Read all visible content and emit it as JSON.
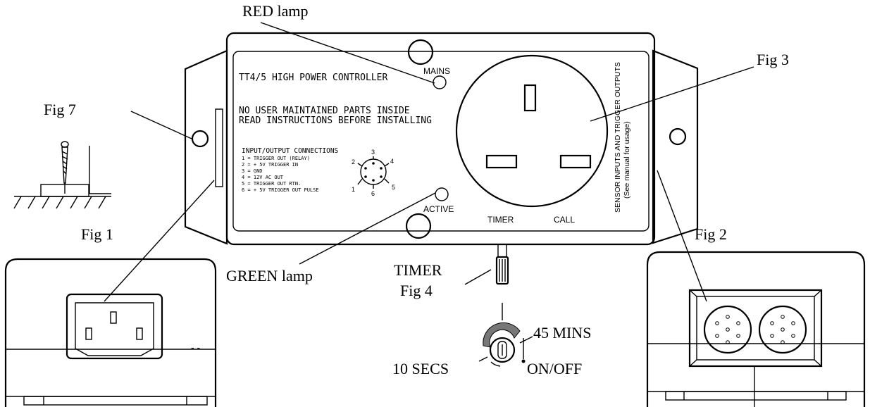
{
  "labels": {
    "red_lamp": "RED lamp",
    "green_lamp": "GREEN lamp",
    "fig1": "Fig 1",
    "fig2": "Fig 2",
    "fig3": "Fig 3",
    "fig4": "Fig 4",
    "fig7": "Fig 7",
    "timer_callout": "TIMER",
    "min_setting": "10 SECS",
    "max_setting": "45 MINS",
    "onoff": "ON/OFF"
  },
  "panel": {
    "title": "TT4/5  HIGH  POWER CONTROLLER",
    "warning_1": "NO USER MAINTAINED PARTS INSIDE",
    "warning_2": "READ INSTRUCTIONS BEFORE INSTALLING",
    "mains": "MAINS",
    "active": "ACTIVE",
    "timer": "TIMER",
    "call": "CALL",
    "side_text_1": "SENSOR INPUTS AND TRIGGER OUTPUTS",
    "side_text_2": "(See manual for usage)",
    "connections_title": "INPUT/OUTPUT CONNECTIONS",
    "connections": [
      "1 = TRIGGER OUT (RELAY)",
      "2 = + 5V TRIGGER IN",
      "3 =  GND",
      "4 =  12V AC OUT",
      "5 =  TRIGGER OUT RTN.",
      "6 = + 5V TRIGGER OUT PULSE"
    ],
    "pins": [
      "1",
      "2",
      "3",
      "4",
      "5",
      "6"
    ]
  },
  "right_connector": {
    "dash_label": "- -"
  }
}
